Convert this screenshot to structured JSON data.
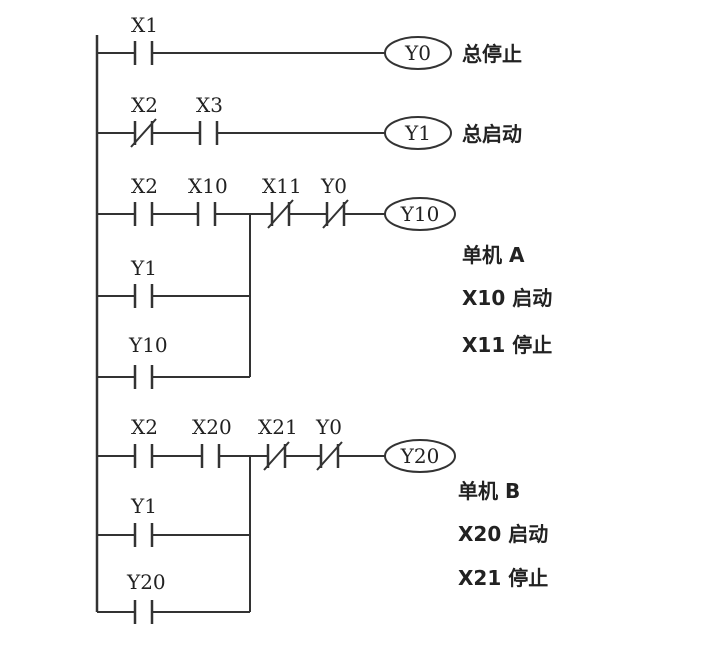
{
  "contacts": {
    "r1_x1": "X1",
    "r2_x2": "X2",
    "r2_x3": "X3",
    "r3_x2": "X2",
    "r3_x10": "X10",
    "r3_x11": "X11",
    "r3_y0": "Y0",
    "r3_y1": "Y1",
    "r3_y10": "Y10",
    "r4_x2": "X2",
    "r4_x20": "X20",
    "r4_x21": "X21",
    "r4_y0": "Y0",
    "r4_y1": "Y1",
    "r4_y20": "Y20"
  },
  "coils": {
    "y0": "Y0",
    "y1": "Y1",
    "y10": "Y10",
    "y20": "Y20"
  },
  "notes": {
    "y0": "总停止",
    "y1": "总启动",
    "machine_a": {
      "title": "单机 A",
      "start": "X10 启动",
      "stop": "X11 停止"
    },
    "machine_b": {
      "title": "单机 B",
      "start": "X20 启动",
      "stop": "X21 停止"
    }
  }
}
